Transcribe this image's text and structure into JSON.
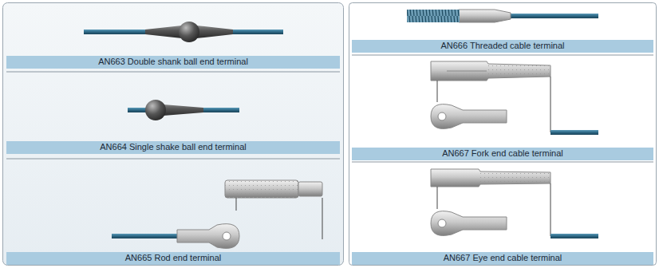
{
  "diagram": {
    "nodes": [
      {
        "text": [
          "AN663 Double shank ball end terminal"
        ]
      },
      {
        "text": [
          "AN666 Threaded cable terminal"
        ]
      },
      {
        "text": [
          "AN664 Single shake ball end terminal"
        ]
      },
      {
        "text": [
          "AN667 Fork end cable terminal"
        ]
      },
      {
        "text": [
          "AN665 Rod end terminal"
        ]
      },
      {
        "text": [
          "AN667 Eye end cable terminal"
        ]
      }
    ]
  }
}
